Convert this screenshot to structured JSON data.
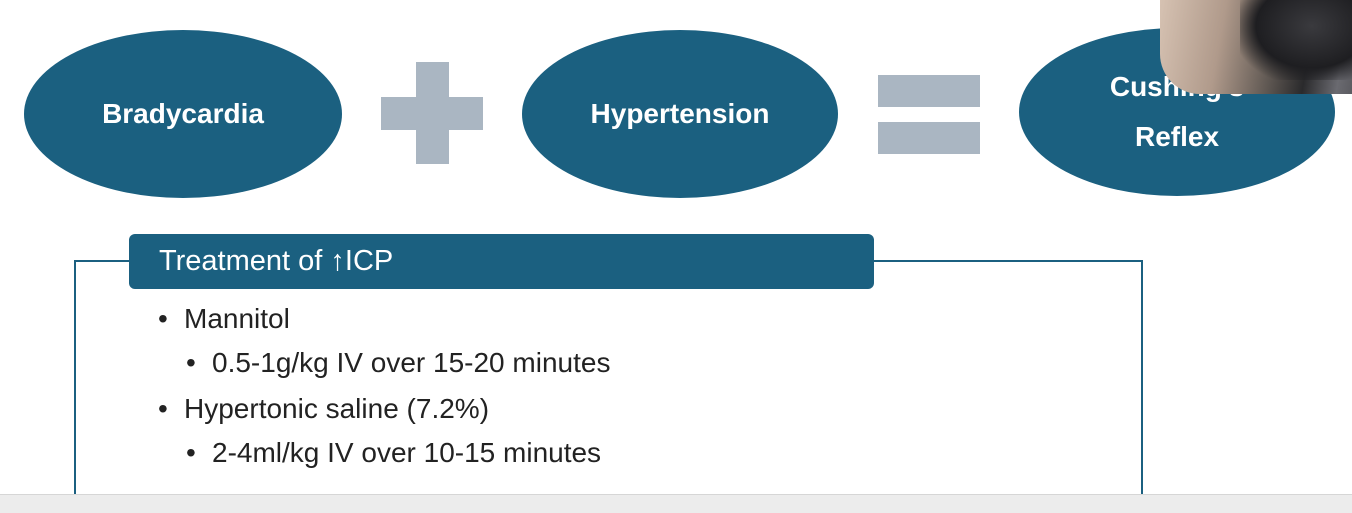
{
  "equation": {
    "term1": "Bradycardia",
    "operator1": "plus",
    "term2": "Hypertension",
    "operator2": "equals",
    "result_line1": "Cushing’s",
    "result_line2": "Reflex"
  },
  "treatment_box": {
    "header": "Treatment of ↑ICP",
    "items": [
      {
        "level": 1,
        "text": "Mannitol"
      },
      {
        "level": 2,
        "text": "0.5-1g/kg IV over 15-20 minutes"
      },
      {
        "level": 1,
        "text": "Hypertonic saline (7.2%)"
      },
      {
        "level": 2,
        "text": "2-4ml/kg IV over 10-15 minutes"
      }
    ],
    "bullet": "•"
  },
  "colors": {
    "primary": "#1b6080",
    "operator_gray": "#aab6c2",
    "text": "#222222",
    "background": "#ffffff"
  },
  "icons": {
    "plus": "plus-icon",
    "equals": "equals-icon"
  }
}
